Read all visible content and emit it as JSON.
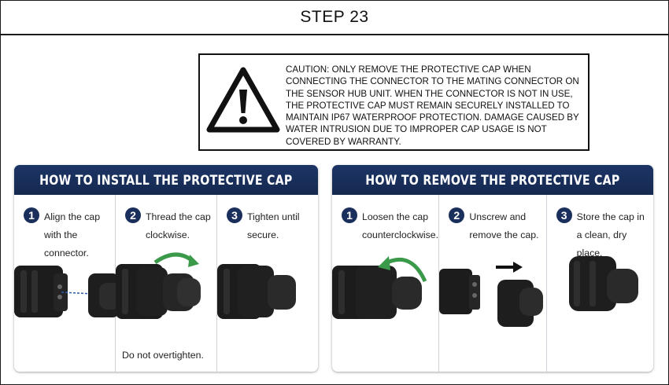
{
  "header": {
    "title": "STEP 23"
  },
  "caution": {
    "icon": "warning-triangle-icon",
    "text": "CAUTION: ONLY REMOVE THE PROTECTIVE CAP WHEN CONNECTING THE CONNECTOR TO THE MATING CONNECTOR ON THE SENSOR HUB UNIT. WHEN THE CONNECTOR IS NOT IN USE, THE PROTECTIVE CAP MUST REMAIN SECURELY INSTALLED TO MAINTAIN IP67 WATERPROOF PROTECTION. DAMAGE CAUSED BY WATER INTRUSION DUE TO IMPROPER CAP USAGE IS NOT COVERED BY WARRANTY."
  },
  "install": {
    "title": "HOW TO INSTALL THE PROTECTIVE CAP",
    "steps": [
      {
        "num": "1",
        "label": "Align the cap with the connector."
      },
      {
        "num": "2",
        "label": "Thread the cap clockwise.",
        "note": "Do not overtighten."
      },
      {
        "num": "3",
        "label": "Tighten until secure."
      }
    ]
  },
  "remove": {
    "title": "HOW TO REMOVE THE PROTECTIVE CAP",
    "steps": [
      {
        "num": "1",
        "label": "Loosen the cap counterclockwise."
      },
      {
        "num": "2",
        "label": "Unscrew and remove the cap."
      },
      {
        "num": "3",
        "label": "Store the cap in a clean, dry place."
      }
    ]
  },
  "colors": {
    "panel_header": "#1a2f5c",
    "arrow_green": "#3a9a4a",
    "connector": "#1c1c1c"
  }
}
